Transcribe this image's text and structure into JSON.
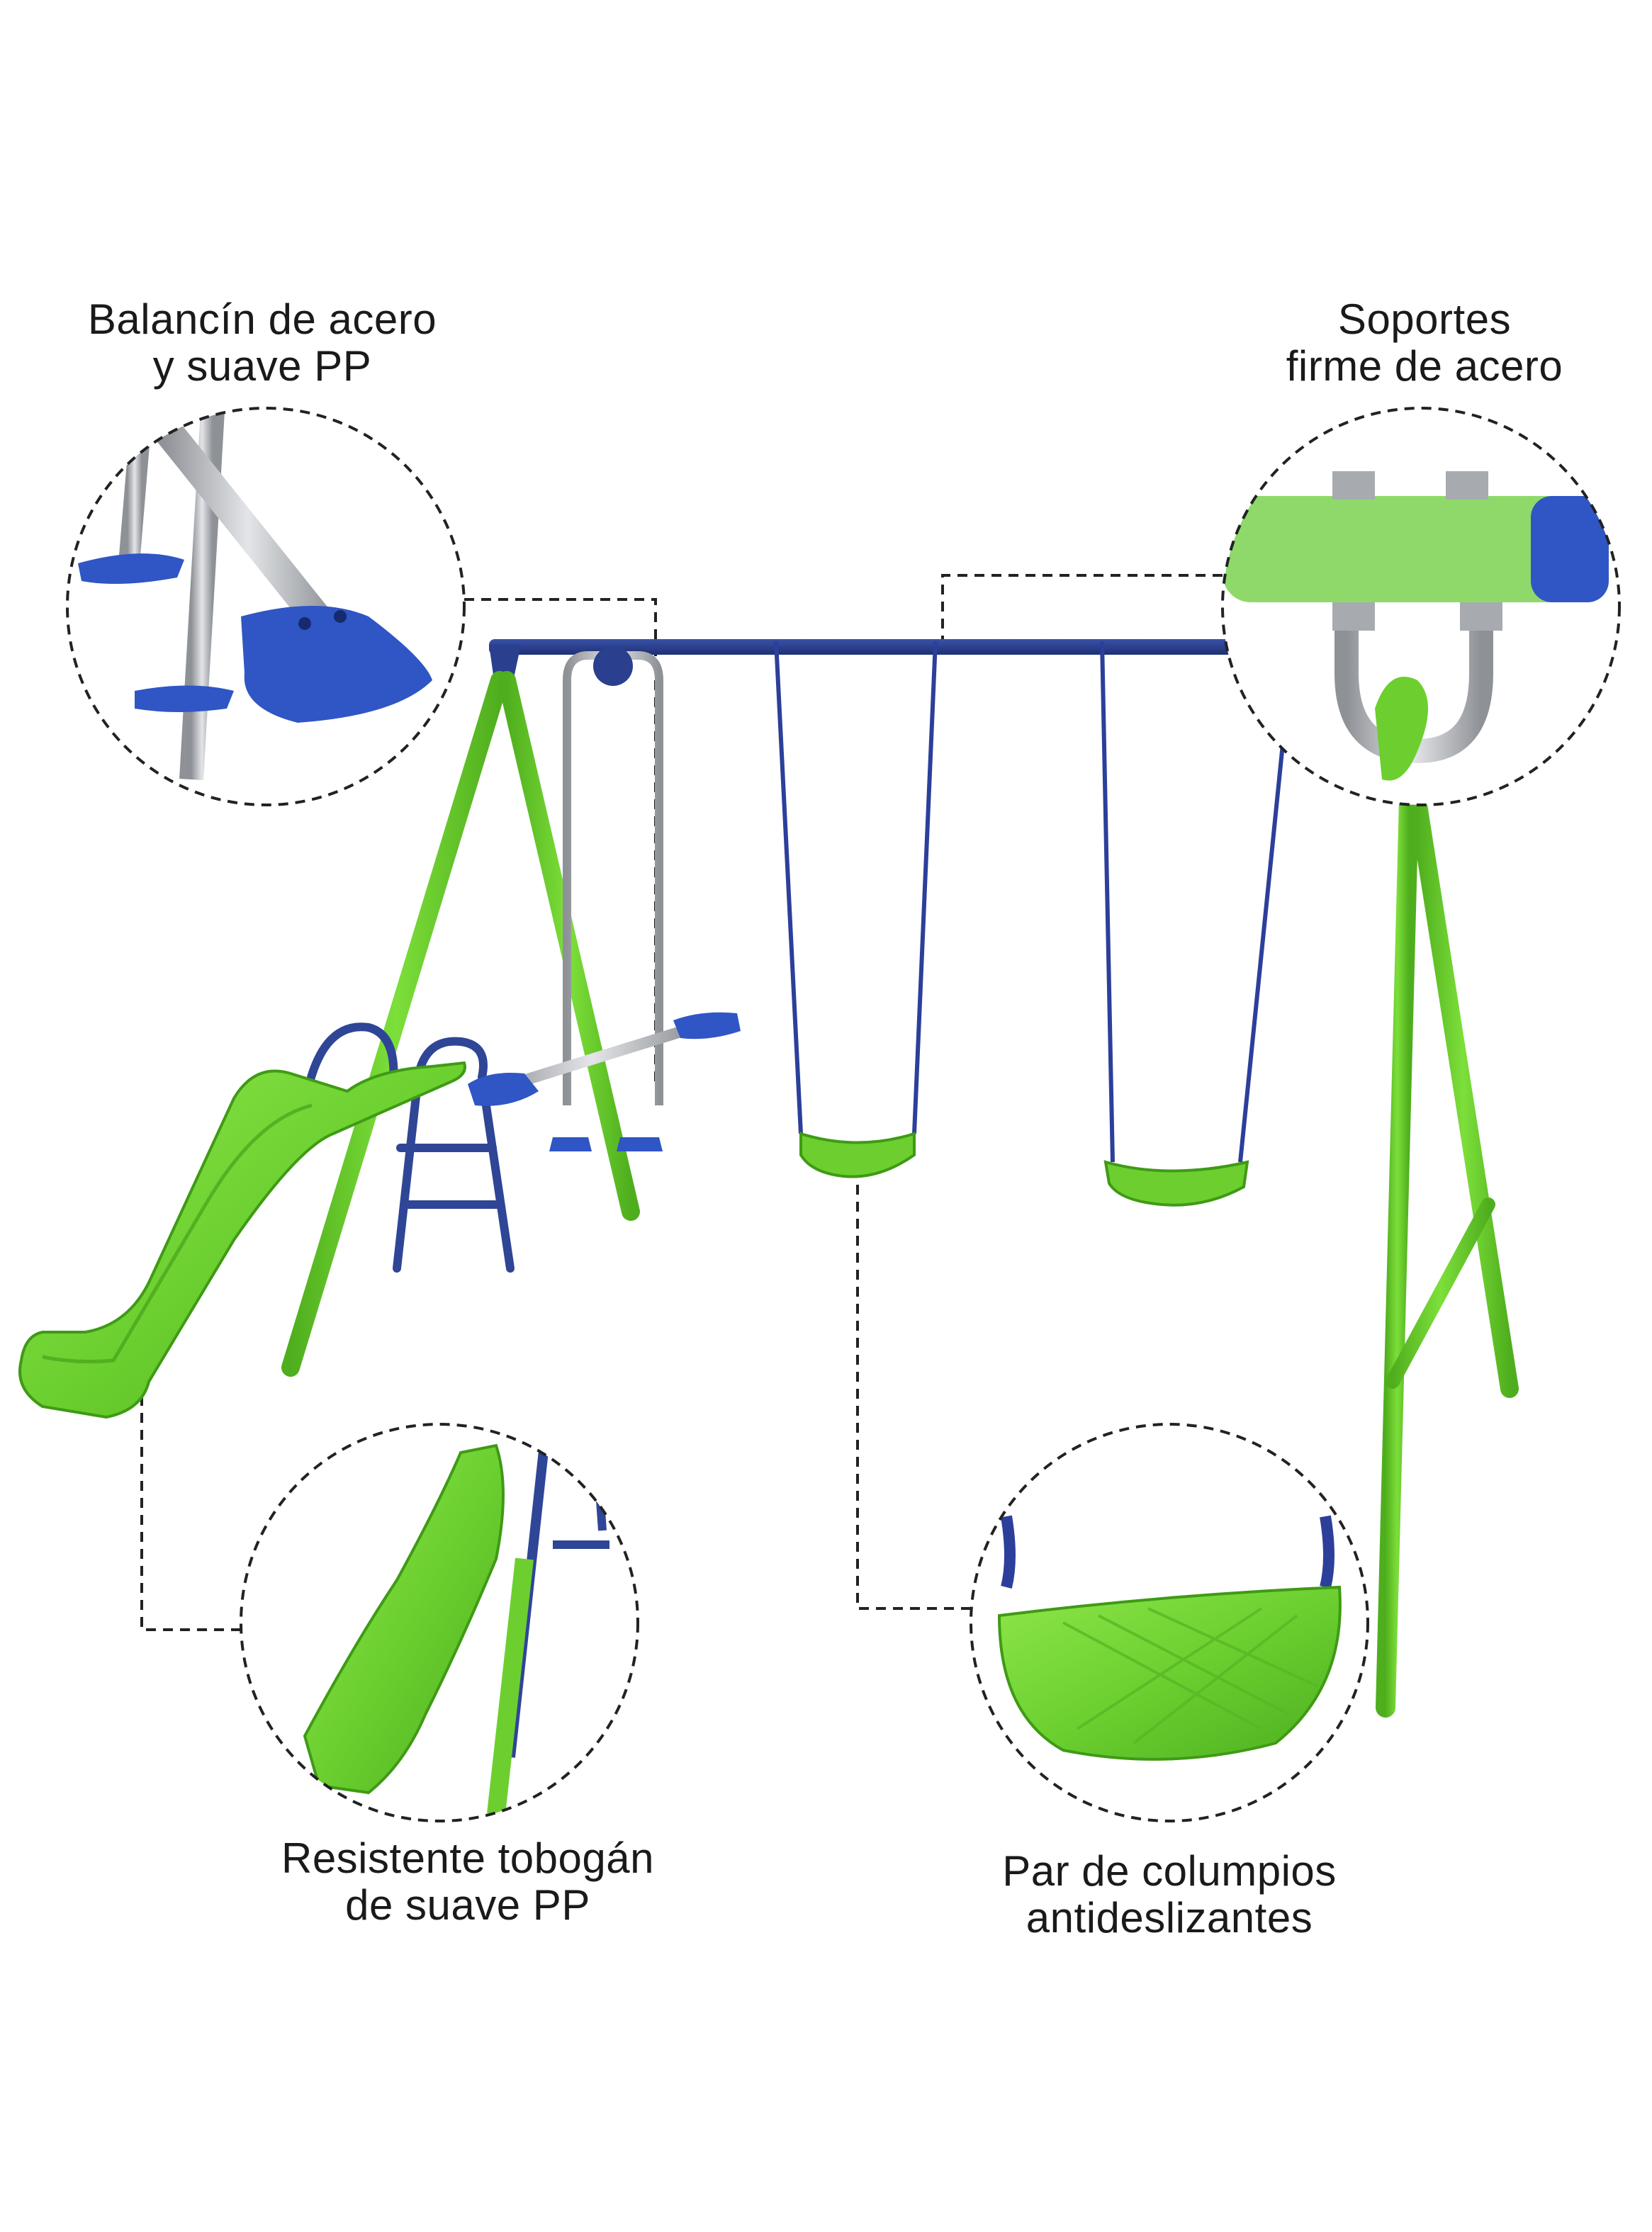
{
  "callouts": {
    "seesaw": {
      "line1": "Balancín de acero",
      "line2": "y suave PP"
    },
    "bracket": {
      "line1": "Soportes",
      "line2": "firme de acero"
    },
    "slide": {
      "line1": "Resistente tobogán",
      "line2": "de suave PP"
    },
    "swing": {
      "line1": "Par de columpios",
      "line2": "antideslizantes"
    }
  },
  "colors": {
    "frame_green": "#6ccf2f",
    "frame_blue": "#2b3f8f",
    "accent_blue": "#2f56c4",
    "steel": "#b9bcc0",
    "rope": "#2c3f9a"
  }
}
